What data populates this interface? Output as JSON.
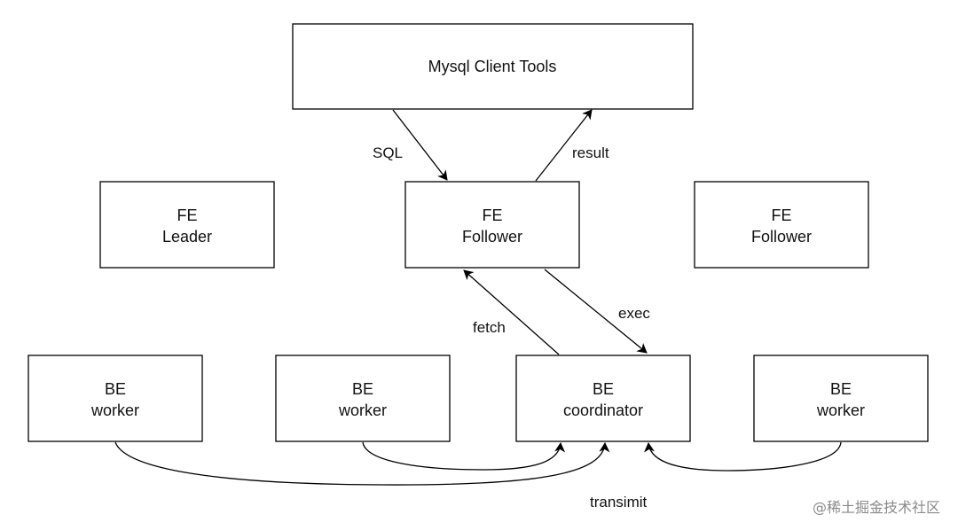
{
  "diagram": {
    "nodes": {
      "mysql_client": {
        "lines": [
          "Mysql Client Tools"
        ]
      },
      "fe_leader": {
        "lines": [
          "FE",
          "Leader"
        ]
      },
      "fe_follower_main": {
        "lines": [
          "FE",
          "Follower"
        ]
      },
      "fe_follower_right": {
        "lines": [
          "FE",
          "Follower"
        ]
      },
      "be_worker_1": {
        "lines": [
          "BE",
          "worker"
        ]
      },
      "be_worker_2": {
        "lines": [
          "BE",
          "worker"
        ]
      },
      "be_coordinator": {
        "lines": [
          "BE",
          "coordinator"
        ]
      },
      "be_worker_3": {
        "lines": [
          "BE",
          "worker"
        ]
      }
    },
    "edges": [
      {
        "from": "mysql_client",
        "to": "fe_follower_main",
        "label": "SQL"
      },
      {
        "from": "fe_follower_main",
        "to": "mysql_client",
        "label": "result"
      },
      {
        "from": "be_coordinator",
        "to": "fe_follower_main",
        "label": "fetch"
      },
      {
        "from": "fe_follower_main",
        "to": "be_coordinator",
        "label": "exec"
      },
      {
        "from": "be_worker_1",
        "to": "be_coordinator",
        "label": ""
      },
      {
        "from": "be_worker_2",
        "to": "be_coordinator",
        "label": ""
      },
      {
        "from": "be_worker_3",
        "to": "be_coordinator",
        "label": ""
      }
    ],
    "transmit_label": "transimit"
  },
  "watermark": "@稀土掘金技术社区"
}
